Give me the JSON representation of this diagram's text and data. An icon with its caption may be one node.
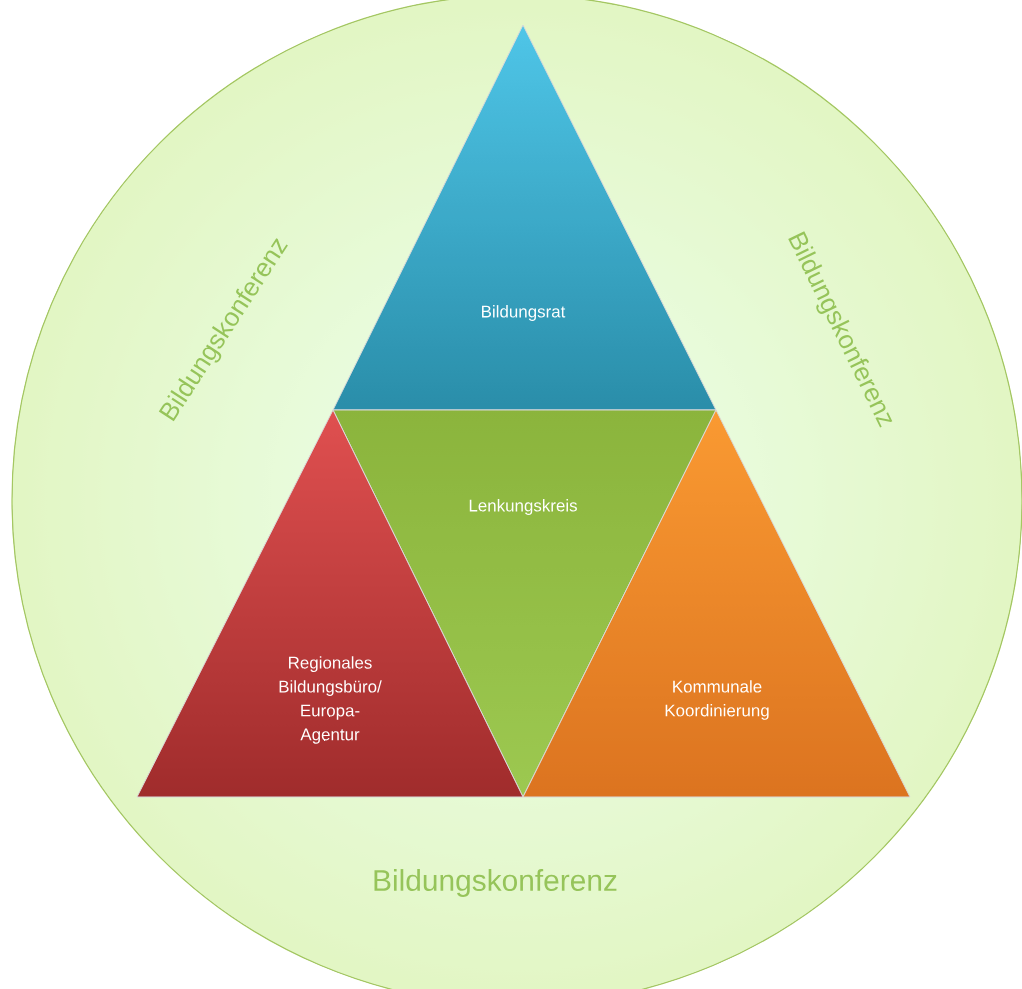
{
  "diagram": {
    "nodes": [
      {
        "text": [
          "Bildungskonferenz",
          "Bildungskonferenz",
          "Bildungskonferenz"
        ]
      },
      {
        "text": [
          "Bildungsrat"
        ],
        "in": 0
      },
      {
        "text": [
          "Lenkungskreis"
        ],
        "in": 0
      },
      {
        "text": [
          "Regionales Bildungsbüro/ Europa- Agentur"
        ],
        "in": 0
      },
      {
        "text": [
          "Kommunale Koordinierung"
        ],
        "in": 0
      }
    ]
  }
}
